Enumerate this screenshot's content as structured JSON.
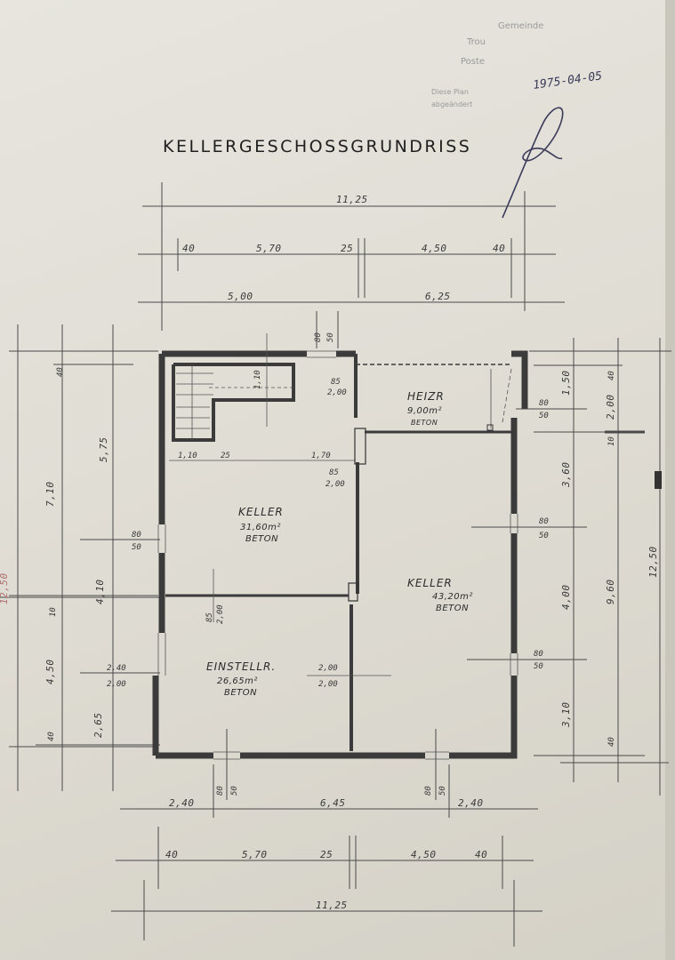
{
  "title": "KELLERGESCHOSSGRUNDRISS",
  "approval": {
    "date": "1975-04-05",
    "stamp_lines": [
      "Gemeinde",
      "Trou",
      "Poste",
      "Diese Plan",
      "abgeändert"
    ]
  },
  "dimensions": {
    "top_total": "11,25",
    "top_detail": [
      "40",
      "5,70",
      "25",
      "4,50",
      "40"
    ],
    "top_split": [
      "5,00",
      "6,25"
    ],
    "bottom_split": [
      "2,40",
      "6,45",
      "2,40"
    ],
    "bottom_detail": [
      "40",
      "5,70",
      "25",
      "4,50",
      "40"
    ],
    "bottom_total": "11,25",
    "left_outer": [
      "7,10",
      "4,10",
      "4,50"
    ],
    "left_outer_small": [
      "40",
      "10",
      "40"
    ],
    "left_inner": [
      "5,75",
      "2,65"
    ],
    "left_openings": [
      [
        "80",
        "50"
      ],
      [
        "2,40",
        "2,00"
      ]
    ],
    "right_inner": [
      "1,50",
      "3,60",
      "4,00",
      "3,10"
    ],
    "right_inner_small": [
      "40",
      "40"
    ],
    "right_outer": [
      "2,00",
      "9,60",
      "12,50"
    ],
    "right_outer_small": [
      "40",
      "10"
    ],
    "right_openings": [
      [
        "80",
        "50"
      ],
      [
        "80",
        "50"
      ],
      [
        "80",
        "50"
      ]
    ],
    "top_opening": [
      "80",
      "50"
    ],
    "bottom_openings": [
      [
        "80",
        "50"
      ],
      [
        "80",
        "50"
      ]
    ],
    "interior": {
      "stair_110": "1,10",
      "stair_w": "1,10",
      "stair_gap": "25",
      "span_170": "1,70",
      "door1": [
        "85",
        "2,00"
      ],
      "door2": [
        "85",
        "2,00"
      ],
      "door3": [
        "85",
        "2,00"
      ],
      "door4": [
        "2,00",
        "2,00"
      ],
      "ext": "12,50"
    }
  },
  "rooms": [
    {
      "name": "HEIZR",
      "area": "9,00m²",
      "material": "BETON"
    },
    {
      "name": "KELLER",
      "area": "31,60m²",
      "material": "BETON"
    },
    {
      "name": "KELLER",
      "area": "43,20m²",
      "material": "BETON"
    },
    {
      "name": "EINSTELLR.",
      "area": "26,65m²",
      "material": "BETON"
    }
  ]
}
